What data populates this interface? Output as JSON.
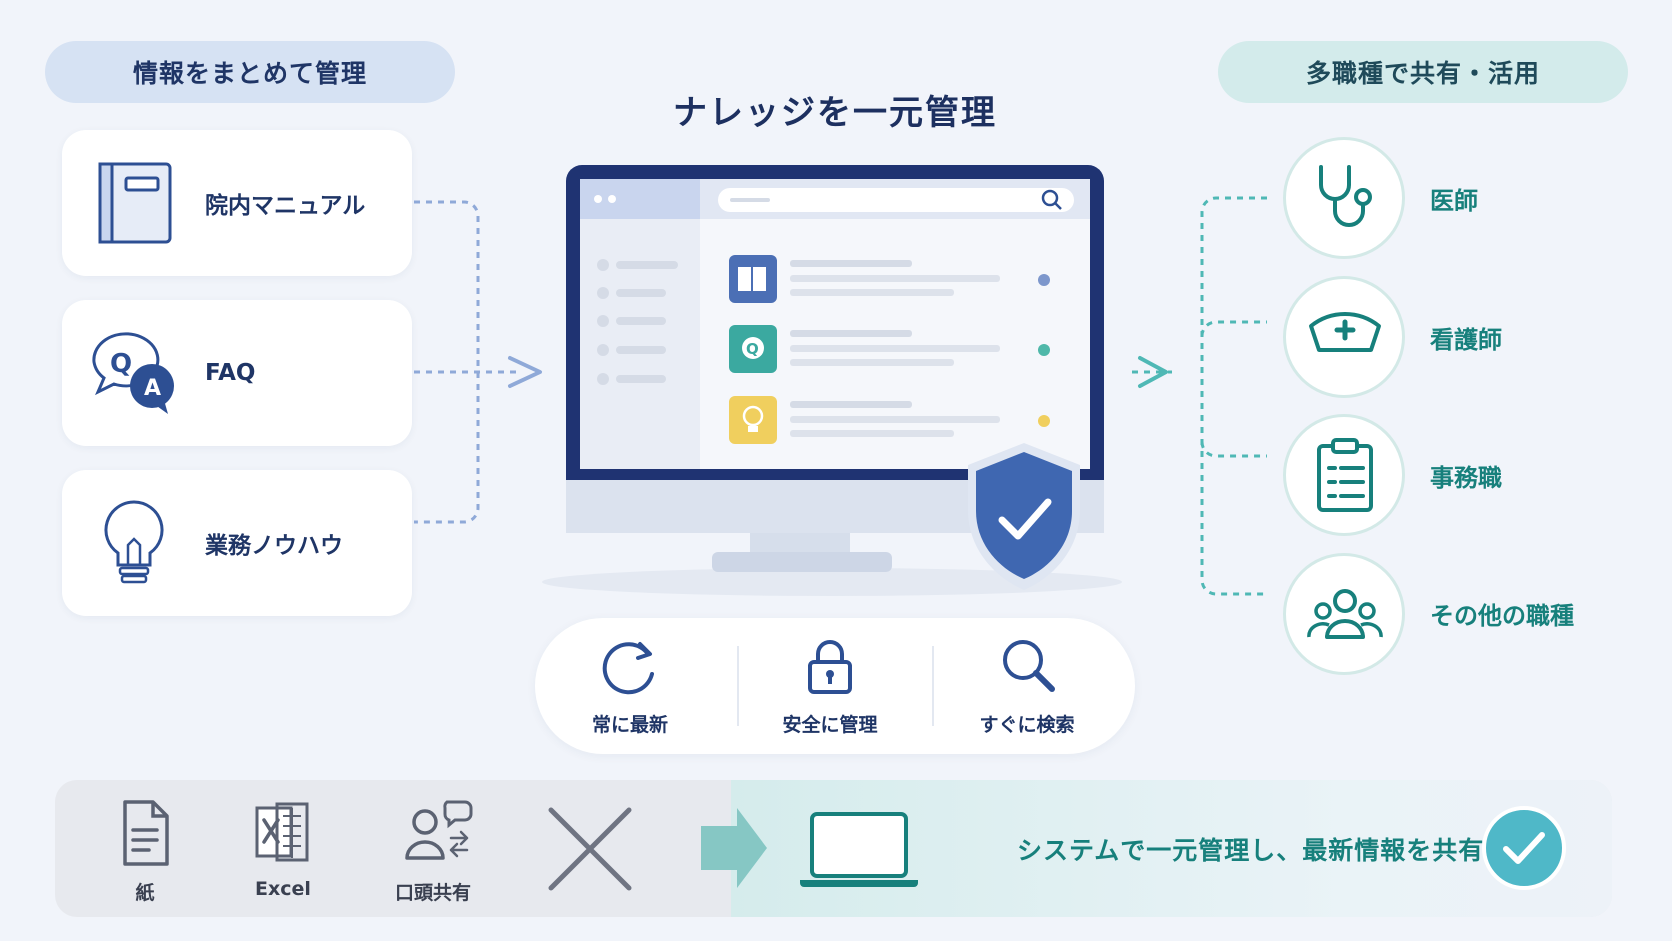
{
  "header": {
    "left_pill": "情報をまとめて管理",
    "right_pill": "多職種で共有・活用",
    "title": "ナレッジを一元管理"
  },
  "sources": [
    {
      "label": "院内マニュアル",
      "icon": "manual-book-icon"
    },
    {
      "label": "FAQ",
      "icon": "qa-bubbles-icon"
    },
    {
      "label": "業務ノウハウ",
      "icon": "lightbulb-icon"
    }
  ],
  "roles": [
    {
      "label": "医師",
      "icon": "stethoscope-icon"
    },
    {
      "label": "看護師",
      "icon": "nurse-cap-icon"
    },
    {
      "label": "事務職",
      "icon": "clipboard-icon"
    },
    {
      "label": "その他の職種",
      "icon": "people-group-icon"
    }
  ],
  "features": [
    {
      "label": "常に最新",
      "icon": "refresh-icon"
    },
    {
      "label": "安全に管理",
      "icon": "padlock-icon"
    },
    {
      "label": "すぐに検索",
      "icon": "magnifier-icon"
    }
  ],
  "bottom": {
    "old_methods": [
      {
        "label": "紙",
        "icon": "paper-document-icon"
      },
      {
        "label": "Excel",
        "icon": "excel-file-icon"
      },
      {
        "label": "口頭共有",
        "icon": "verbal-sharing-icon"
      }
    ],
    "message": "システムで一元管理し、最新情報を共有"
  },
  "colors": {
    "navy": "#1f3566",
    "blue": "#3f67b1",
    "teal": "#17807c",
    "teal_light": "#4fb8b5",
    "yellow": "#f0cf5e"
  }
}
